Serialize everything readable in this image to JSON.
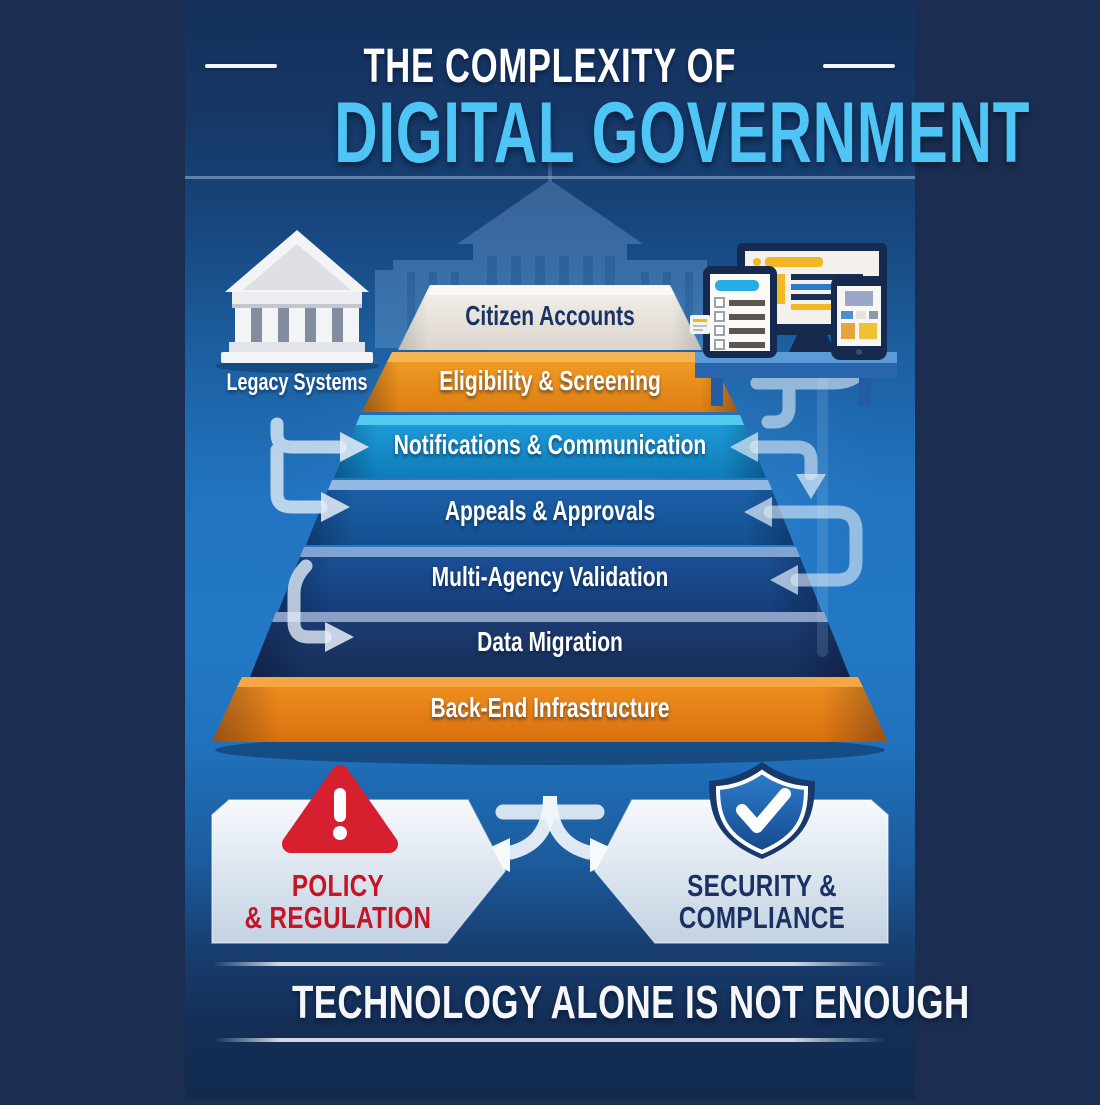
{
  "title": {
    "kicker": "THE COMPLEXITY OF",
    "main": "DIGITAL GOVERNMENT"
  },
  "legacy_label": "Legacy Systems",
  "pyramid": {
    "tiers": [
      {
        "label": "Citizen Accounts",
        "text_color": "#1A3365",
        "bevel": "#FAF8F5",
        "face_top": "#F0ECE7",
        "face_bottom": "#DCD5CC"
      },
      {
        "label": "Eligibility & Screening",
        "text_color": "#FFFFFF",
        "bevel": "#F6B455",
        "face_top": "#F09A24",
        "face_bottom": "#DD7E12"
      },
      {
        "label": "Notifications & Communication",
        "text_color": "#FFFFFF",
        "bevel": "#4FCBF2",
        "face_top": "#1D9AD6",
        "face_bottom": "#0E7CB8"
      },
      {
        "label": "Appeals & Approvals",
        "text_color": "#FFFFFF",
        "bevel": "#93B8E2",
        "face_top": "#1B5FA8",
        "face_bottom": "#144F90"
      },
      {
        "label": "Multi-Agency Validation",
        "text_color": "#FFFFFF",
        "bevel": "#7FA4D2",
        "face_top": "#1A4E94",
        "face_bottom": "#153F7A"
      },
      {
        "label": "Data Migration",
        "text_color": "#FFFFFF",
        "bevel": "#8C9FC4",
        "face_top": "#1D3B70",
        "face_bottom": "#162F5A"
      },
      {
        "label": "Back-End Infrastructure",
        "text_color": "#FFFFFF",
        "bevel": "#F4A742",
        "face_top": "#EE8D1E",
        "face_bottom": "#D9700E"
      }
    ]
  },
  "cards": {
    "policy": {
      "line1": "POLICY",
      "line2": "& REGULATION",
      "text_color": "#C41425"
    },
    "security": {
      "line1": "SECURITY &",
      "line2": "COMPLIANCE",
      "text_color": "#1A3263"
    }
  },
  "footer": {
    "tagline": "TECHNOLOGY ALONE IS NOT ENOUGH"
  },
  "colors": {
    "accent_cyan": "#4EC5F4",
    "alert_red": "#D6202F",
    "accent_orange": "#EE8D1E",
    "poster_blue": "#2176C3",
    "deep_navy": "#15305C"
  }
}
